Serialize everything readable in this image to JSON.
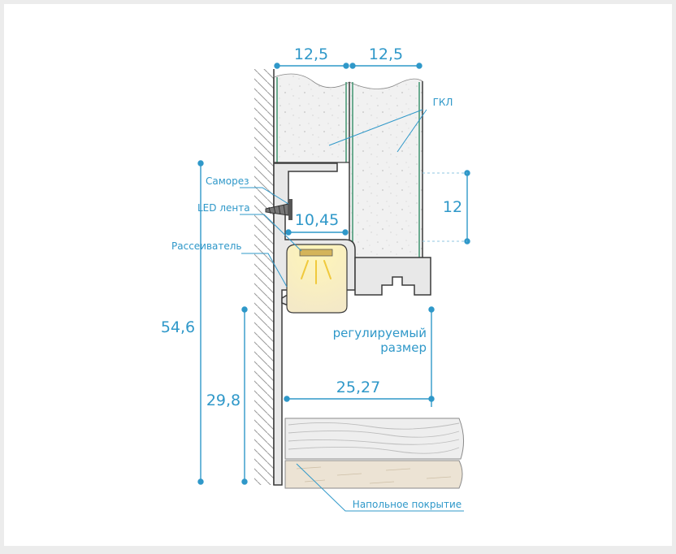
{
  "dimensions": {
    "left_board": "12,5",
    "right_board": "12,5",
    "profile_gap": "10,45",
    "overlap": "12",
    "total_height": "54,6",
    "lower_height": "29,8",
    "bottom_depth": "25,27"
  },
  "labels": {
    "gkl": "ГКЛ",
    "screw": "Саморез",
    "led": "LED лента",
    "diffuser": "Рассеиватель",
    "adjustable_line1": "регулируемый",
    "adjustable_line2": "размер",
    "floor": "Напольное покрытие"
  },
  "colors": {
    "dimension": "#2f98c9",
    "outline": "#3a3a3a",
    "board_edge": "#4a9a78",
    "led_glow": "#f3e48a"
  }
}
